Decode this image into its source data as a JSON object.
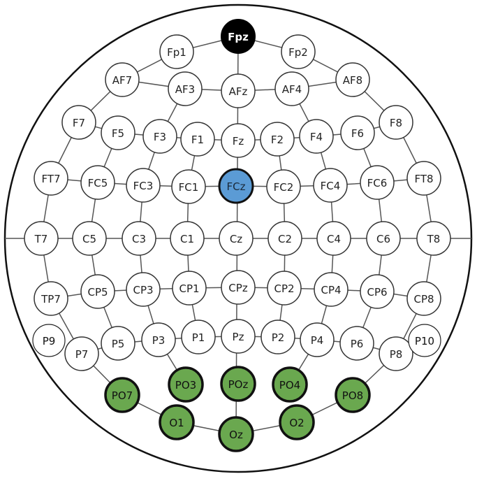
{
  "colors": {
    "reference": "#000000",
    "ground": "#5b9bd5",
    "highlight": "#6aa84f",
    "normal": "#ffffff",
    "line": "#555555"
  },
  "electrodes": [
    {
      "label": "Fpz",
      "group": "reference"
    },
    {
      "label": "Fp1",
      "group": "normal"
    },
    {
      "label": "Fp2",
      "group": "normal"
    },
    {
      "label": "AF7",
      "group": "normal"
    },
    {
      "label": "AF3",
      "group": "normal"
    },
    {
      "label": "AFz",
      "group": "normal"
    },
    {
      "label": "AF4",
      "group": "normal"
    },
    {
      "label": "AF8",
      "group": "normal"
    },
    {
      "label": "F7",
      "group": "normal"
    },
    {
      "label": "F5",
      "group": "normal"
    },
    {
      "label": "F3",
      "group": "normal"
    },
    {
      "label": "F1",
      "group": "normal"
    },
    {
      "label": "Fz",
      "group": "normal"
    },
    {
      "label": "F2",
      "group": "normal"
    },
    {
      "label": "F4",
      "group": "normal"
    },
    {
      "label": "F6",
      "group": "normal"
    },
    {
      "label": "F8",
      "group": "normal"
    },
    {
      "label": "FT7",
      "group": "normal"
    },
    {
      "label": "FC5",
      "group": "normal"
    },
    {
      "label": "FC3",
      "group": "normal"
    },
    {
      "label": "FC1",
      "group": "normal"
    },
    {
      "label": "FCz",
      "group": "ground"
    },
    {
      "label": "FC2",
      "group": "normal"
    },
    {
      "label": "FC4",
      "group": "normal"
    },
    {
      "label": "FC6",
      "group": "normal"
    },
    {
      "label": "FT8",
      "group": "normal"
    },
    {
      "label": "T7",
      "group": "normal"
    },
    {
      "label": "C5",
      "group": "normal"
    },
    {
      "label": "C3",
      "group": "normal"
    },
    {
      "label": "C1",
      "group": "normal"
    },
    {
      "label": "Cz",
      "group": "normal"
    },
    {
      "label": "C2",
      "group": "normal"
    },
    {
      "label": "C4",
      "group": "normal"
    },
    {
      "label": "C6",
      "group": "normal"
    },
    {
      "label": "T8",
      "group": "normal"
    },
    {
      "label": "TP7",
      "group": "normal"
    },
    {
      "label": "CP5",
      "group": "normal"
    },
    {
      "label": "CP3",
      "group": "normal"
    },
    {
      "label": "CP1",
      "group": "normal"
    },
    {
      "label": "CPz",
      "group": "normal"
    },
    {
      "label": "CP2",
      "group": "normal"
    },
    {
      "label": "CP4",
      "group": "normal"
    },
    {
      "label": "CP6",
      "group": "normal"
    },
    {
      "label": "CP8",
      "group": "normal"
    },
    {
      "label": "P9",
      "group": "outer"
    },
    {
      "label": "P7",
      "group": "normal"
    },
    {
      "label": "P5",
      "group": "normal"
    },
    {
      "label": "P3",
      "group": "normal"
    },
    {
      "label": "P1",
      "group": "normal"
    },
    {
      "label": "Pz",
      "group": "normal"
    },
    {
      "label": "P2",
      "group": "normal"
    },
    {
      "label": "P4",
      "group": "normal"
    },
    {
      "label": "P6",
      "group": "normal"
    },
    {
      "label": "P8",
      "group": "normal"
    },
    {
      "label": "P10",
      "group": "outer"
    },
    {
      "label": "PO7",
      "group": "highlight"
    },
    {
      "label": "PO3",
      "group": "highlight"
    },
    {
      "label": "POz",
      "group": "highlight"
    },
    {
      "label": "PO4",
      "group": "highlight"
    },
    {
      "label": "PO8",
      "group": "highlight"
    },
    {
      "label": "O1",
      "group": "highlight"
    },
    {
      "label": "Oz",
      "group": "highlight"
    },
    {
      "label": "O2",
      "group": "highlight"
    }
  ]
}
